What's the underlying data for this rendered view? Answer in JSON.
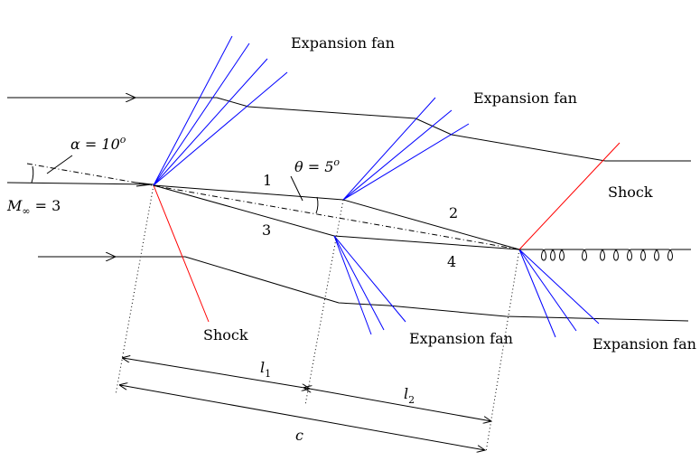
{
  "labels": {
    "expansion_fan_top_left": "Expansion fan",
    "expansion_fan_top_mid": "Expansion fan",
    "expansion_fan_bottom_mid": "Expansion fan",
    "expansion_fan_bottom_right": "Expansion fan",
    "shock_left": "Shock",
    "shock_right": "Shock",
    "alpha": "α = 10",
    "alpha_sup": "o",
    "mach": "M",
    "mach_sub": "∞",
    "mach_value": " = 3",
    "theta": "θ = 5",
    "theta_sup": "o",
    "region_1": "1",
    "region_2": "2",
    "region_3": "3",
    "region_4": "4",
    "l1": "l",
    "l1_sub": "1",
    "l2": "l",
    "l2_sub": "2",
    "chord": "c"
  },
  "colors": {
    "streamline": "#000000",
    "expansion_fan": "#0000ff",
    "shock": "#ff0000"
  }
}
